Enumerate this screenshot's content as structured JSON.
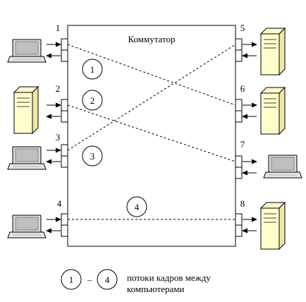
{
  "switch": {
    "title": "Коммутатор"
  },
  "ports": {
    "left": [
      {
        "number": "1",
        "device": "laptop"
      },
      {
        "number": "2",
        "device": "server"
      },
      {
        "number": "3",
        "device": "laptop"
      },
      {
        "number": "4",
        "device": "laptop"
      }
    ],
    "right": [
      {
        "number": "5",
        "device": "server"
      },
      {
        "number": "6",
        "device": "server"
      },
      {
        "number": "7",
        "device": "laptop"
      },
      {
        "number": "8",
        "device": "server"
      }
    ]
  },
  "flows": [
    {
      "label": "1",
      "from": "1",
      "to": "6"
    },
    {
      "label": "2",
      "from": "2",
      "to": "7"
    },
    {
      "label": "3",
      "from": "3",
      "to": "5"
    },
    {
      "label": "4",
      "from": "4",
      "to": "8"
    }
  ],
  "legend": {
    "from": "1",
    "dash": "–",
    "to": "4",
    "text_line1": "потоки кадров между",
    "text_line2": "компьютерами"
  },
  "colors": {
    "device_fill": "#ffffcc",
    "laptop_screen": "#d9d9d9",
    "line": "#000000"
  }
}
